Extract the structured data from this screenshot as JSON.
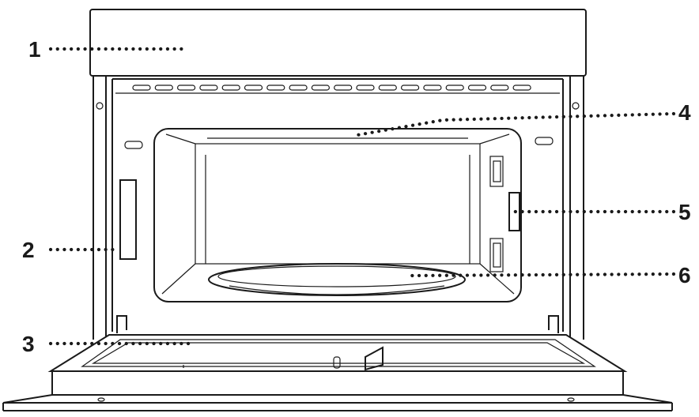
{
  "callouts": [
    {
      "id": "1",
      "label": "1",
      "part": "control-panel"
    },
    {
      "id": "2",
      "label": "2",
      "part": "door-latch-slot"
    },
    {
      "id": "3",
      "label": "3",
      "part": "door"
    },
    {
      "id": "4",
      "label": "4",
      "part": "cavity-light"
    },
    {
      "id": "5",
      "label": "5",
      "part": "waveguide-cover"
    },
    {
      "id": "6",
      "label": "6",
      "part": "turntable"
    }
  ]
}
